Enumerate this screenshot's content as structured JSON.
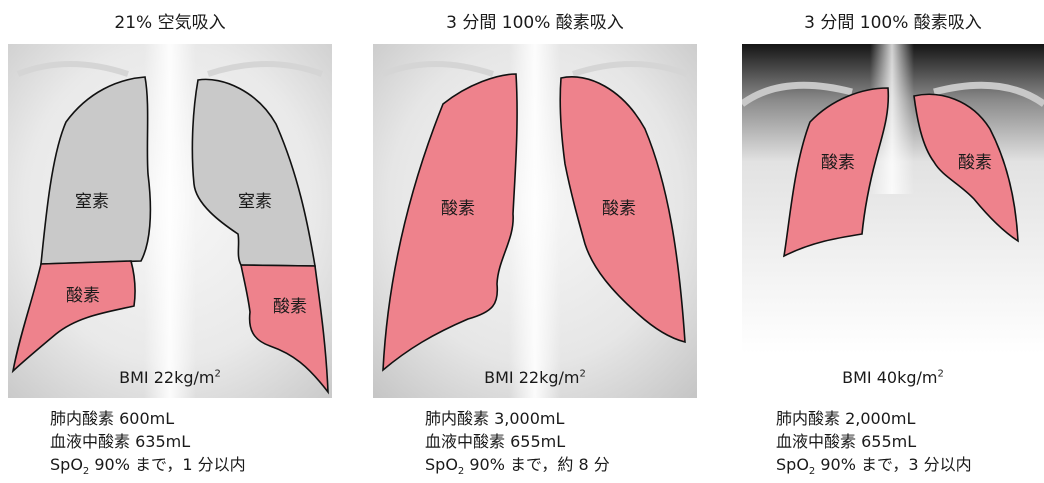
{
  "colors": {
    "oxygen": "#ee828c",
    "nitrogen": "#c9c9c9",
    "outline": "#111111"
  },
  "panels": [
    {
      "title": "21% 空気吸入",
      "labels": {
        "upper_left": "窒素",
        "upper_right": "窒素",
        "lower_left": "酸素",
        "lower_right": "酸素"
      },
      "bmi": {
        "prefix": "BMI 22kg/m",
        "sup": "2"
      },
      "stats": {
        "lung_o2": "肺内酸素 600mL",
        "blood_o2": "血液中酸素 635mL",
        "spo2_prefix": "SpO",
        "spo2_sub": "2",
        "spo2_rest": " 90% まで，1 分以内"
      }
    },
    {
      "title": "3 分間 100% 酸素吸入",
      "labels": {
        "left": "酸素",
        "right": "酸素"
      },
      "bmi": {
        "prefix": "BMI 22kg/m",
        "sup": "2"
      },
      "stats": {
        "lung_o2": "肺内酸素 3,000mL",
        "blood_o2": "血液中酸素 655mL",
        "spo2_prefix": "SpO",
        "spo2_sub": "2",
        "spo2_rest": " 90% まで，約 8 分"
      }
    },
    {
      "title": "3 分間 100% 酸素吸入",
      "labels": {
        "left": "酸素",
        "right": "酸素"
      },
      "bmi": {
        "prefix": "BMI 40kg/m",
        "sup": "2"
      },
      "stats": {
        "lung_o2": "肺内酸素 2,000mL",
        "blood_o2": "血液中酸素 655mL",
        "spo2_prefix": "SpO",
        "spo2_sub": "2",
        "spo2_rest": " 90% まで，3 分以内"
      }
    }
  ]
}
